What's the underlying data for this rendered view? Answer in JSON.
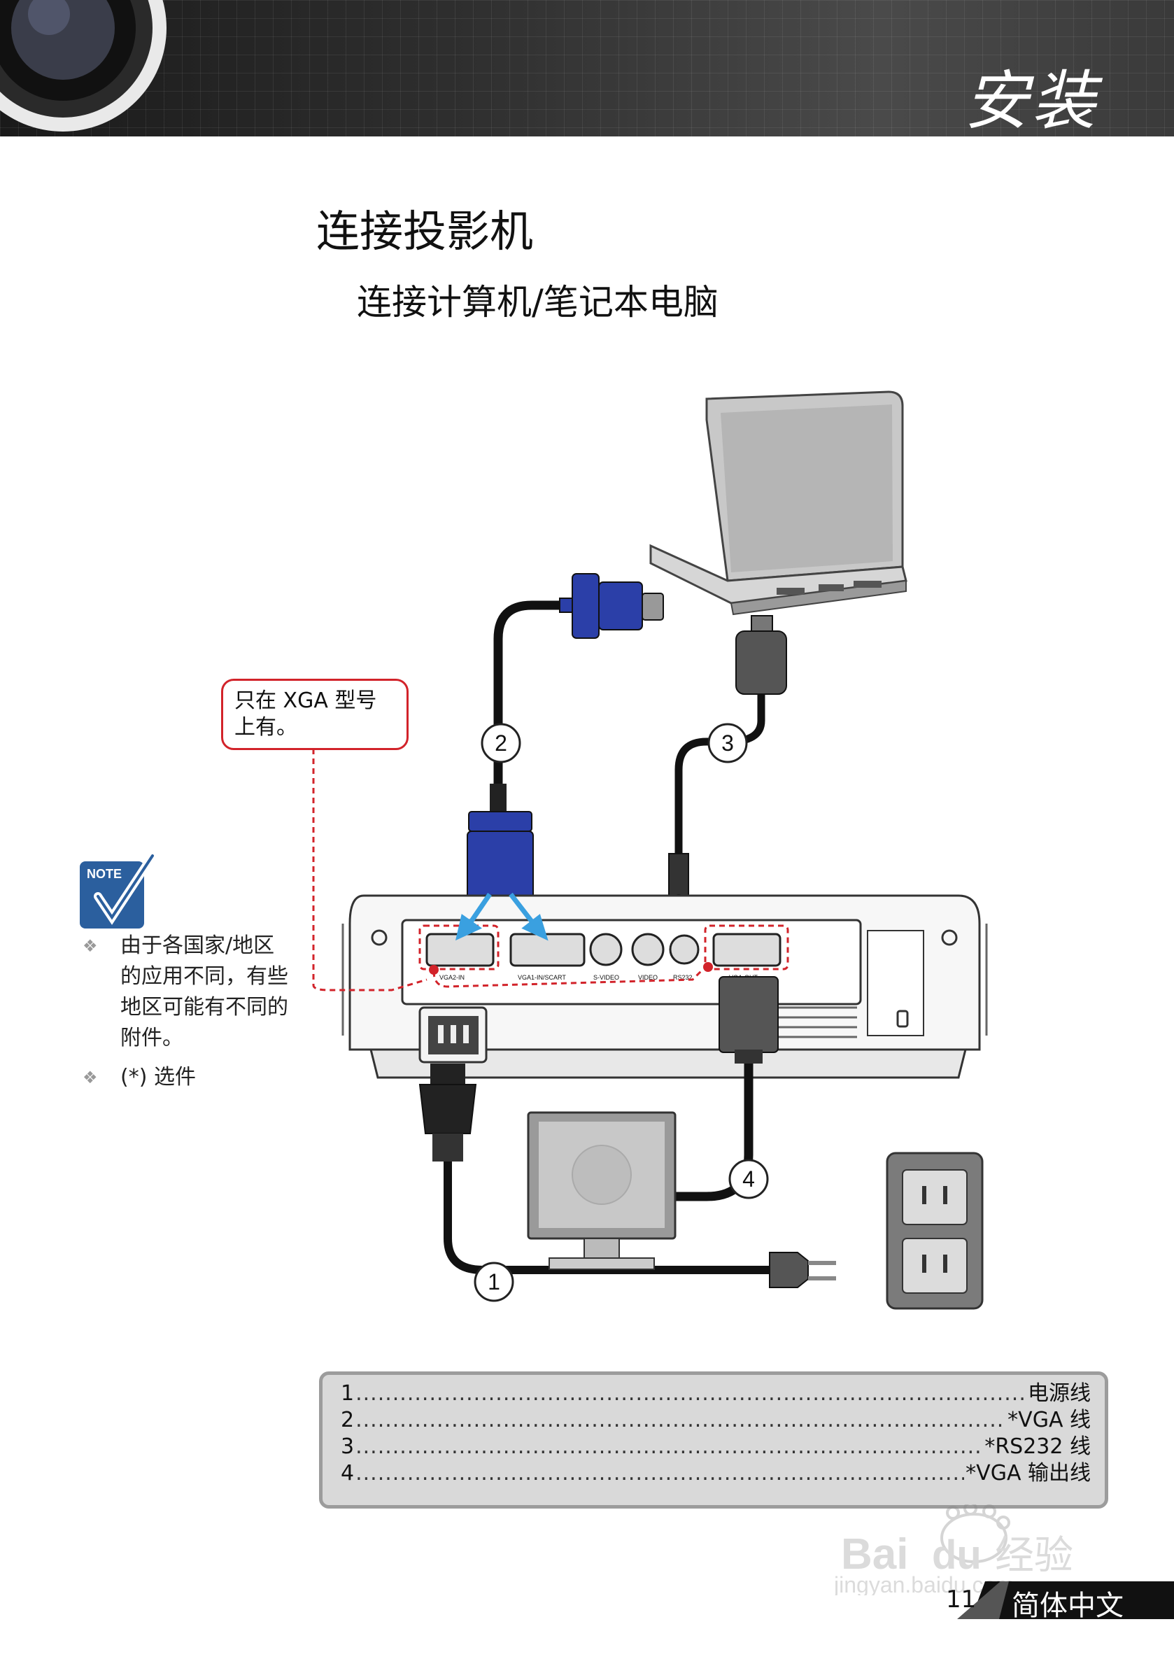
{
  "header": {
    "title": "安装"
  },
  "section": {
    "title": "连接投影机",
    "subtitle": "连接计算机/笔记本电脑"
  },
  "callout": {
    "line1": "只在 XGA 型号",
    "line2": "上有。"
  },
  "note": {
    "badge": "NOTE",
    "items": [
      {
        "bullet": "❖",
        "text": "由于各国家/地区的应用不同，有些地区可能有不同的附件。"
      },
      {
        "bullet": "❖",
        "text": "(*) 选件"
      }
    ]
  },
  "diagram": {
    "markers": [
      "1",
      "2",
      "3",
      "4"
    ],
    "port_labels": [
      "VGA2-IN",
      "VGA1-IN/SCART",
      "S-VIDEO",
      "VIDEO",
      "RS232",
      "VGA-OUT"
    ]
  },
  "legend": {
    "items": [
      {
        "num": "1",
        "label": "电源线"
      },
      {
        "num": "2",
        "label": "*VGA 线"
      },
      {
        "num": "3",
        "label": "*RS232 线"
      },
      {
        "num": "4",
        "label": "*VGA 输出线"
      }
    ]
  },
  "footer": {
    "page": "11",
    "language": "简体中文",
    "watermark": "Bai du 经验 jingyan.baidu.com"
  },
  "colors": {
    "accent_red": "#d2232a",
    "vga_blue": "#2b3fa8",
    "arrow_blue": "#3aa0e0"
  }
}
